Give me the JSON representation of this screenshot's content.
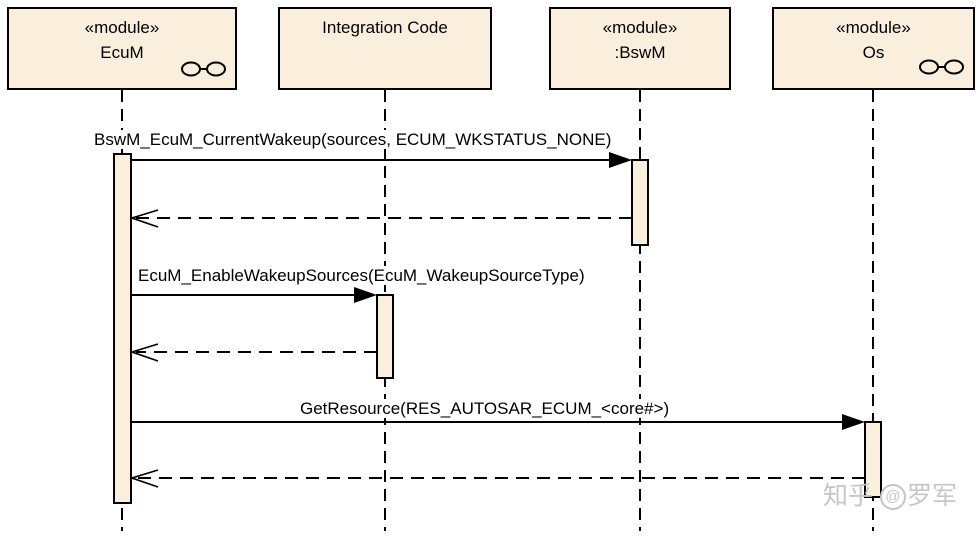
{
  "diagram": {
    "lifelines": [
      {
        "stereotype": "«module»",
        "name": "EcuM",
        "icon": "component-icon"
      },
      {
        "stereotype": "",
        "name": "Integration Code",
        "icon": ""
      },
      {
        "stereotype": "«module»",
        "name": ":BswM",
        "icon": ""
      },
      {
        "stereotype": "«module»",
        "name": "Os",
        "icon": "component-icon"
      }
    ],
    "messages": [
      {
        "label": "BswM_EcuM_CurrentWakeup(sources, ECUM_WKSTATUS_NONE)",
        "from": "EcuM",
        "to": ":BswM",
        "kind": "sync-call"
      },
      {
        "label": "",
        "from": ":BswM",
        "to": "EcuM",
        "kind": "return"
      },
      {
        "label": "EcuM_EnableWakeupSources(EcuM_WakeupSourceType)",
        "from": "EcuM",
        "to": "Integration Code",
        "kind": "sync-call"
      },
      {
        "label": "",
        "from": "Integration Code",
        "to": "EcuM",
        "kind": "return"
      },
      {
        "label": "GetResource(RES_AUTOSAR_ECUM_<core#>)",
        "from": "EcuM",
        "to": "Os",
        "kind": "sync-call"
      },
      {
        "label": "",
        "from": "Os",
        "to": "EcuM",
        "kind": "return"
      }
    ],
    "watermark": {
      "site": "知乎",
      "at": "@",
      "author": "罗军"
    },
    "colors": {
      "box_fill": "#FAEFDC",
      "line": "#000000",
      "watermark": "#C6C6C6",
      "background": "#FFFFFF"
    }
  }
}
